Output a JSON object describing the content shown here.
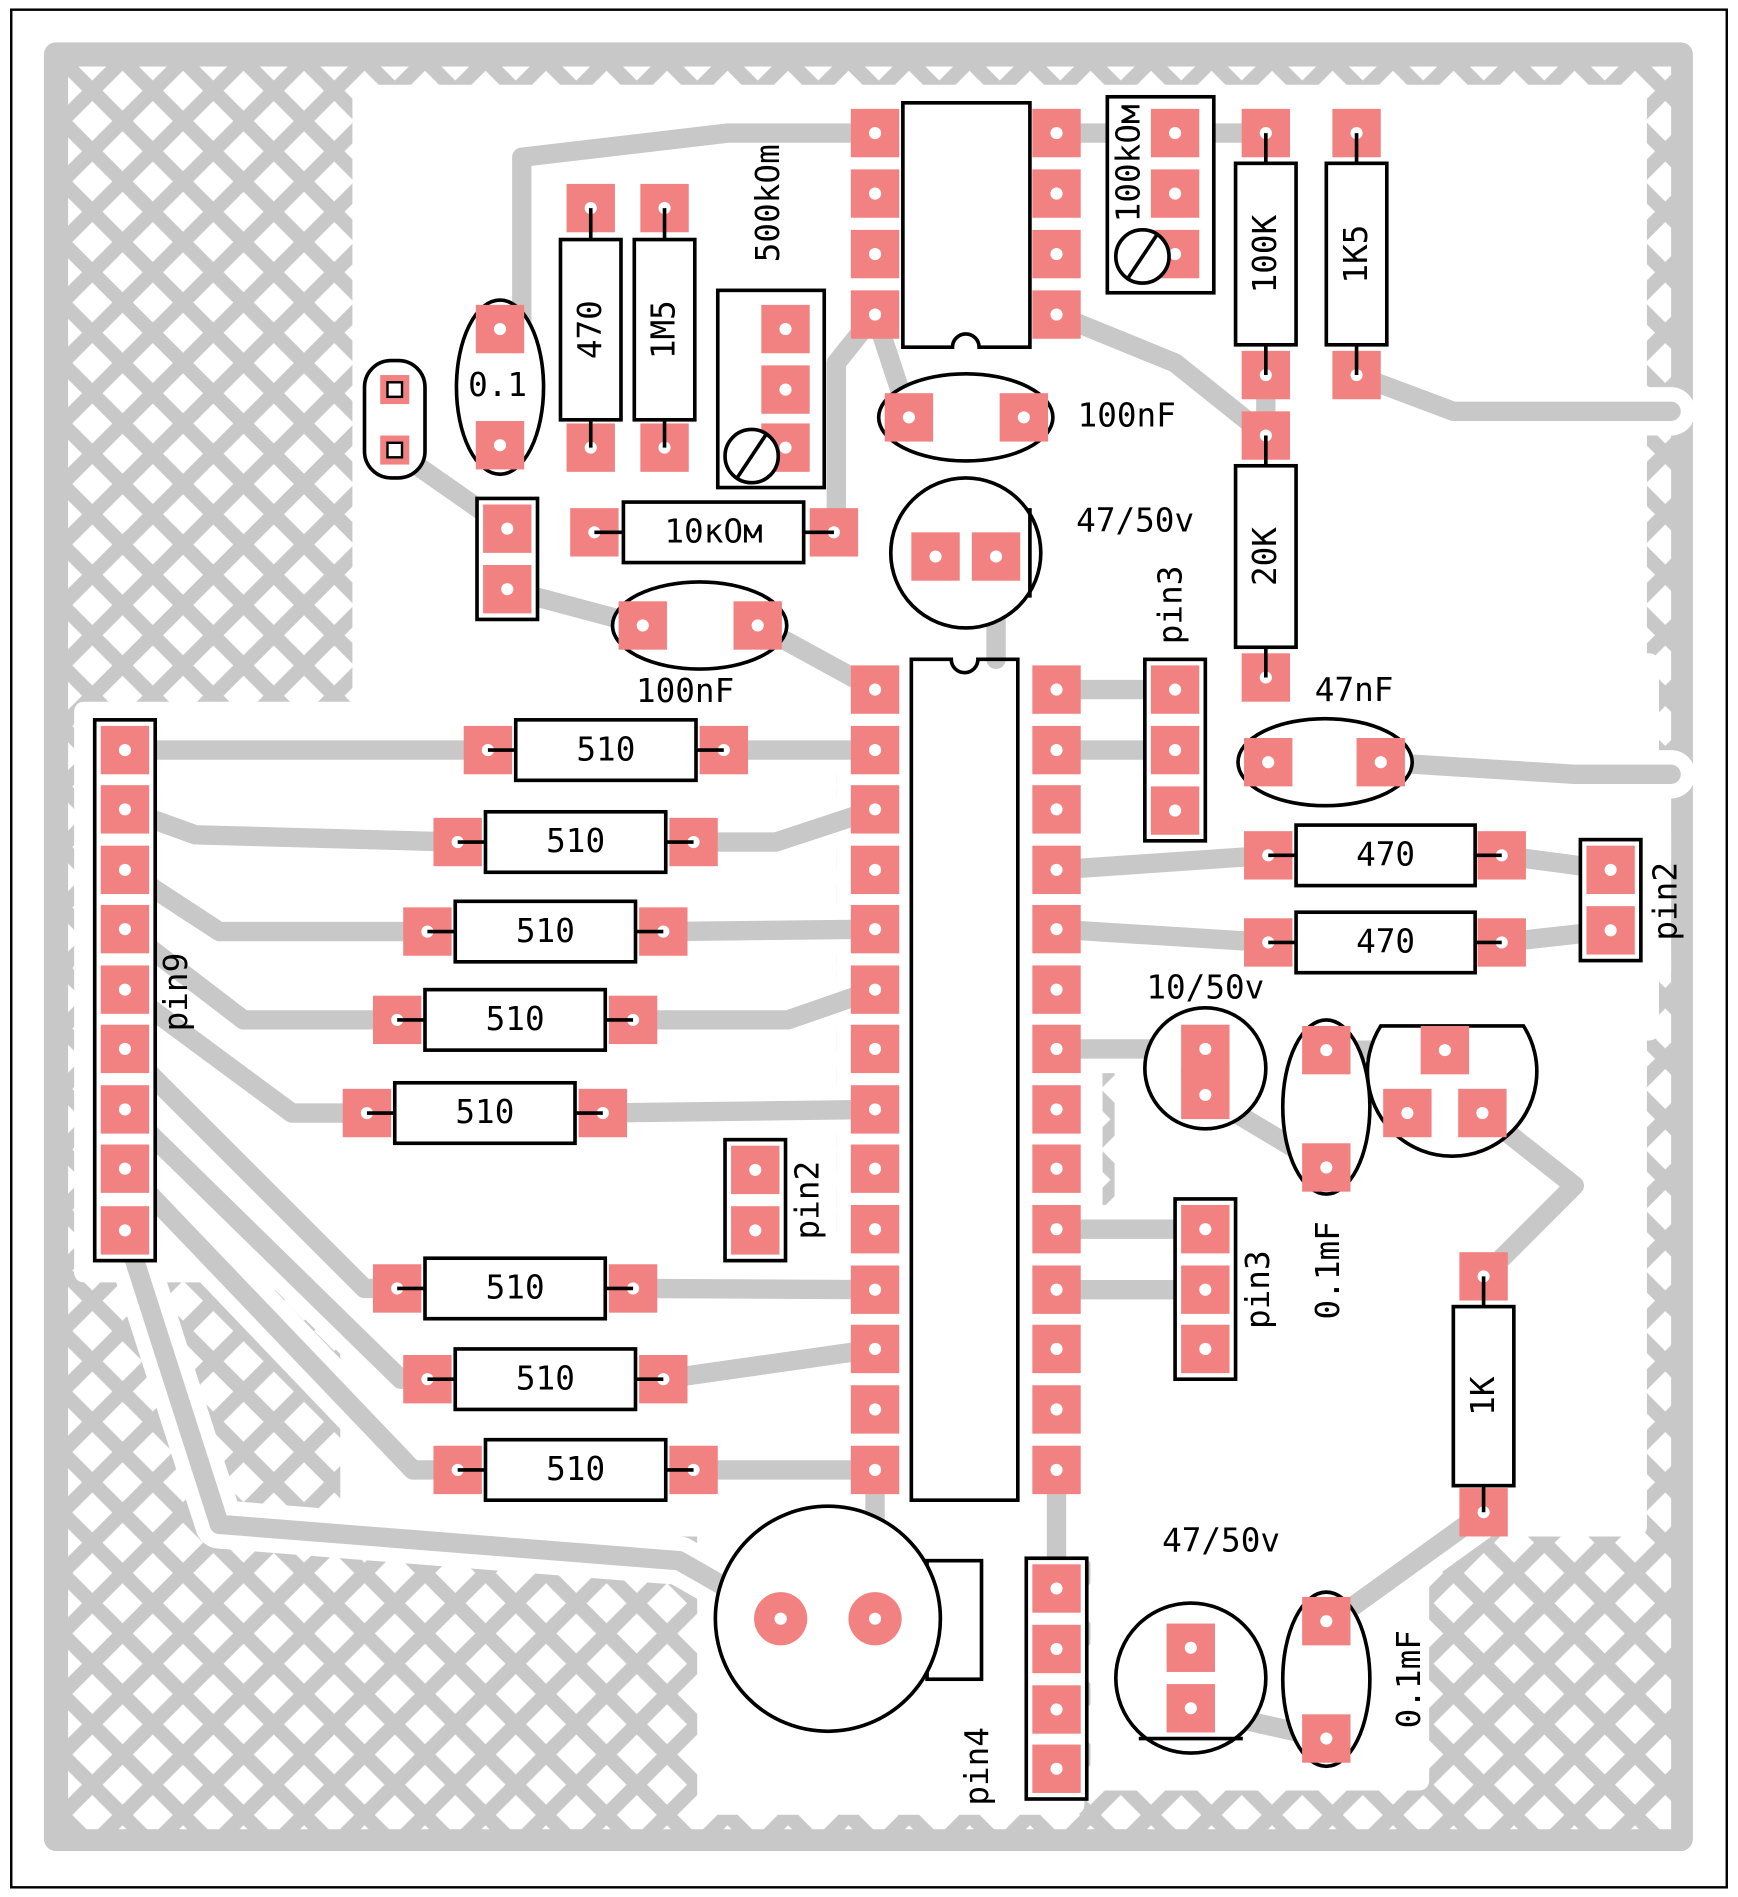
{
  "colors": {
    "copper": "#C8C8C8",
    "pad": "#F28282",
    "silk": "#000000",
    "background": "#FFFFFF"
  },
  "labels": {
    "c_01": "0.1",
    "r_470_v": "470",
    "r_1m5": "1M5",
    "trim_500k": "500kOm",
    "trim_100k": "100kOм",
    "r_100k": "100K",
    "r_1k5": "1K5",
    "c_100nf_top": "100nF",
    "r_10k": "10кОм",
    "c_47_50v_top": "47/50v",
    "c_100nf_mid": "100nF",
    "r_20k": "20K",
    "pin3_top": "pin3",
    "c_47nf": "47nF",
    "r_510": [
      "510",
      "510",
      "510",
      "510",
      "510",
      "510",
      "510",
      "510"
    ],
    "pin9": "pin9",
    "pin2_mid": "pin2",
    "r_470_a": "470",
    "r_470_b": "470",
    "pin2_right": "pin2",
    "c_10_50v": "10/50v",
    "c_01mf_a": "0.1mF",
    "pin3_bottom": "pin3",
    "r_1k": "1K",
    "c_47_50v_bottom": "47/50v",
    "c_01mf_b": "0.1mF",
    "pin4": "pin4"
  }
}
